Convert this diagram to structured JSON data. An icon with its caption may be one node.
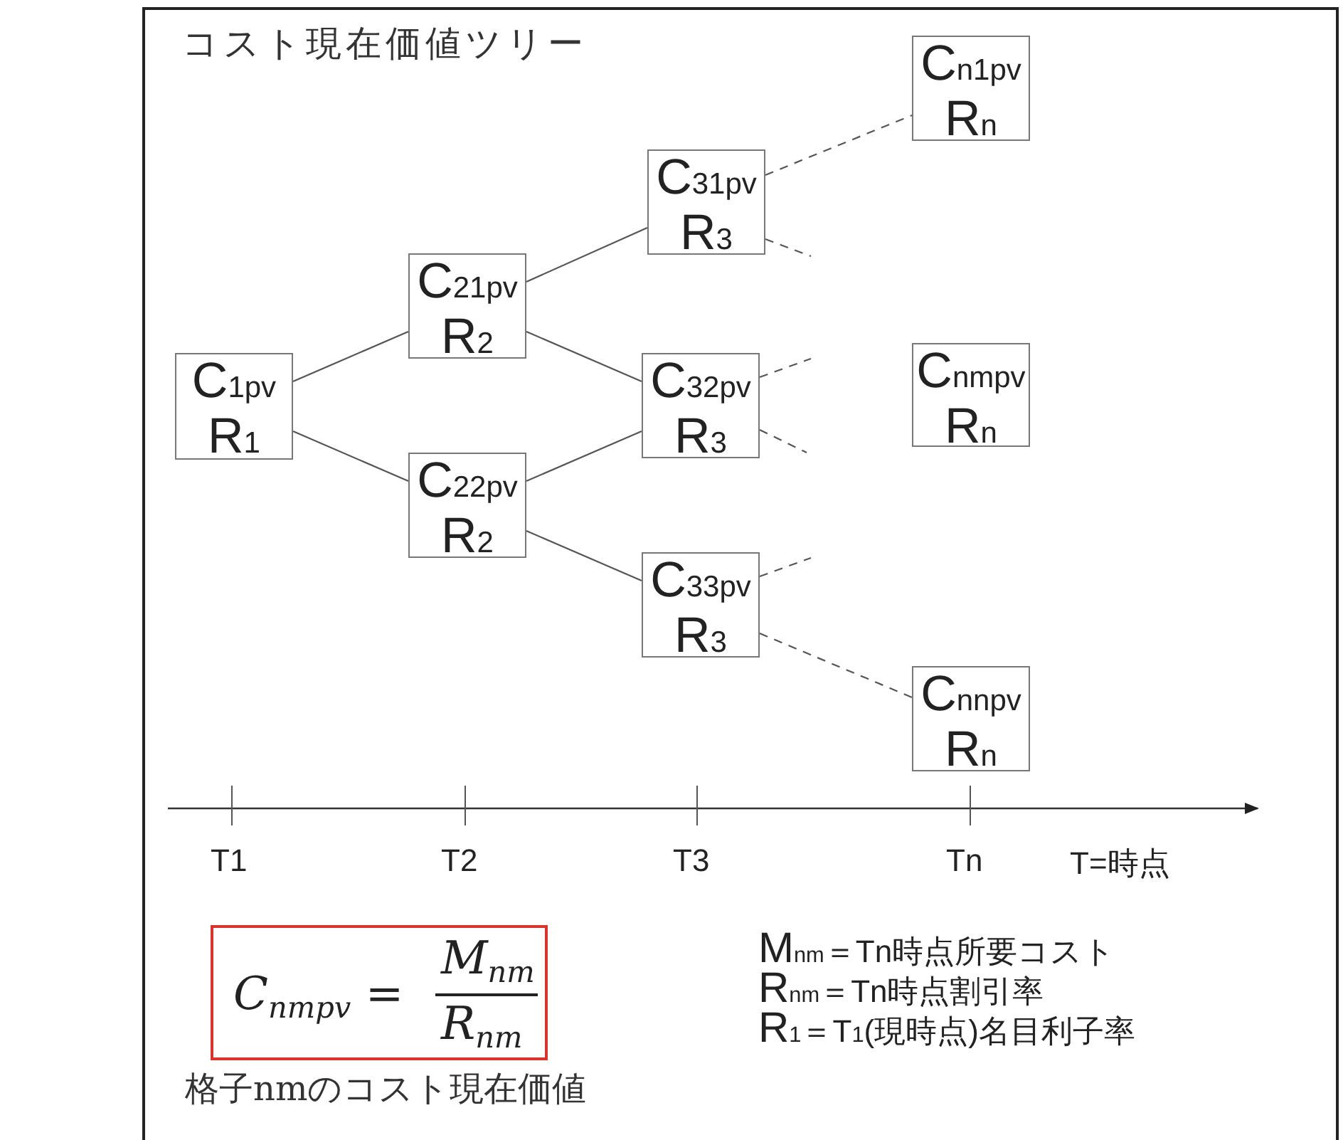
{
  "diagram": {
    "title": "コスト現在価値ツリー",
    "nodes": [
      {
        "text": [
          "C$_{1pv}$",
          "R$_{1}$"
        ]
      },
      {
        "text": [
          "C$_{21pv}$",
          "R$_{2}$"
        ]
      },
      {
        "text": [
          "C$_{22pv}$",
          "R$_{2}$"
        ]
      },
      {
        "text": [
          "C$_{31pv}$",
          "R$_{3}$"
        ]
      },
      {
        "text": [
          "C$_{32pv}$",
          "R$_{3}$"
        ]
      },
      {
        "text": [
          "C$_{33pv}$",
          "R$_{3}$"
        ]
      },
      {
        "text": [
          "C$_{n1pv}$",
          "R$_{n}$"
        ]
      },
      {
        "text": [
          "C$_{nmpv}$",
          "R$_{n}$"
        ]
      },
      {
        "text": [
          "C$_{nnpv}$",
          "R$_{n}$"
        ]
      },
      {
        "text": [
          "C$_{nmpv}$ =",
          "M$_{nm}$",
          "R$_{nm}$"
        ],
        "beside": [
          "格子nmのコスト現在価値"
        ]
      }
    ],
    "edges": [
      {
        "from": 0,
        "to": 1,
        "arrow": "none"
      },
      {
        "from": 0,
        "to": 2,
        "arrow": "none"
      },
      {
        "from": 1,
        "to": 3,
        "arrow": "none"
      },
      {
        "from": 1,
        "to": 4,
        "arrow": "none"
      },
      {
        "from": 2,
        "to": 4,
        "arrow": "none"
      },
      {
        "from": 2,
        "to": 5,
        "arrow": "none"
      },
      {
        "from": 3,
        "to": 6,
        "arrow": "none",
        "style": "dashed"
      },
      {
        "from": 3,
        "to": null,
        "arrow": "none",
        "style": "dashed"
      },
      {
        "from": 4,
        "to": null,
        "arrow": "none",
        "style": "dashed"
      },
      {
        "from": 4,
        "to": null,
        "arrow": "none",
        "style": "dashed"
      },
      {
        "from": 5,
        "to": null,
        "arrow": "none",
        "style": "dashed"
      },
      {
        "from": 5,
        "to": 8,
        "arrow": "none",
        "style": "dashed"
      }
    ],
    "labels": [
      "T1",
      "T2",
      "T3",
      "Tn",
      "T=時点",
      "M$_{nm}$＝Tn時点所要コスト",
      "R$_{nm}$＝Tn時点割引率",
      "R$_{1}$＝T$_{1}$(現時点)名目利子率"
    ]
  }
}
